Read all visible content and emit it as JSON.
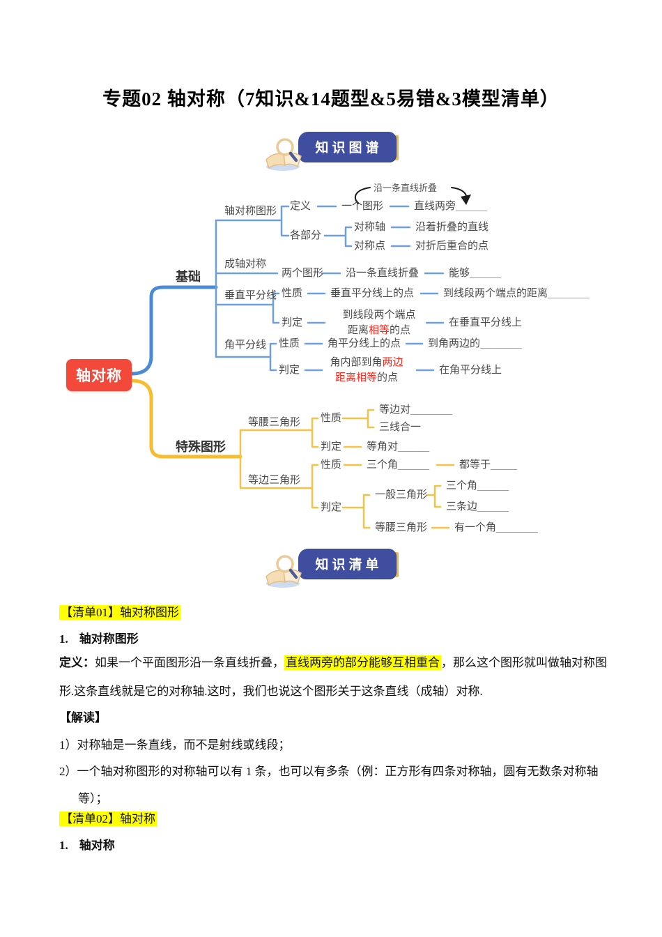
{
  "title": "专题02 轴对称（7知识&14题型&5易错&3模型清单）",
  "banners": {
    "map": "知识图谱",
    "list": "知识清单"
  },
  "colors": {
    "banner_blue": "#3f4e9e",
    "banner_accent_yellow": "#e9b84a",
    "branch_blue": "#5f96d8",
    "branch_yellow": "#f3be3b",
    "root_red": "#f2493b",
    "mindmap_red_text": "#fb2a1e",
    "highlight_yellow": "#ffff00"
  },
  "mindmap": {
    "root": "轴对称",
    "annotation": "沿一条直线折叠",
    "base": {
      "label": "基础",
      "axisym": {
        "label": "轴对称图形",
        "def": "定义",
        "one_fig": "一个图形",
        "straddle": "直线两旁",
        "straddle_blank": "______",
        "parts": "各部分",
        "axis": "对称轴",
        "axis_desc": "沿着折叠的直线",
        "pt": "对称点",
        "pt_desc": "对折后重合的点"
      },
      "cheng": {
        "label": "成轴对称",
        "two_fig": "两个图形",
        "fold": "沿一条直线折叠",
        "can": "能够",
        "can_blank": "______"
      },
      "vbis": {
        "label": "垂直平分线",
        "prop": "性质",
        "prop_subj": "垂直平分线上的点",
        "prop_pred": "到线段两个端点的距离",
        "prop_blank": "________",
        "judge": "判定",
        "j_l1": "到线段两个端点",
        "j_l2a": "距离",
        "j_l2b": "相等",
        "j_l2c": "的点",
        "j_pred": "在垂直平分线上"
      },
      "abis": {
        "label": "角平分线",
        "prop": "性质",
        "prop_subj": "角平分线上的点",
        "prop_pred": "到角两边的",
        "prop_blank": "________",
        "judge": "判定",
        "j_l1a": "角内部到角",
        "j_l1b": "两边",
        "j_l2a": "距离相等",
        "j_l2b": "的点",
        "j_pred": "在角平分线上"
      }
    },
    "special": {
      "label": "特殊图形",
      "iso": {
        "label": "等腰三角形",
        "prop": "性质",
        "p1": "等边对",
        "p1_blank": "________",
        "p2": "三线合一",
        "judge": "判定",
        "j1": "等角对",
        "j1_blank": "______"
      },
      "eq": {
        "label": "等边三角形",
        "prop": "性质",
        "p1": "三个角",
        "p1_blank": "______",
        "p2": "都等于",
        "p2_blank": "_____",
        "judge": "判定",
        "general": "一般三角形",
        "g1": "三个角",
        "g1_blank": "______",
        "g2": "三条边",
        "g2_blank": "______",
        "iso2": "等腰三角形",
        "i1": "有一个角",
        "i1_blank": "________"
      }
    }
  },
  "content": {
    "list01": "【清单01】轴对称图形",
    "h1": {
      "num": "1.",
      "text": "轴对称图形"
    },
    "def": {
      "label": "定义：",
      "pre": "如果一个平面图形沿一条直线折叠，",
      "hl": "直线两旁的部分能够互相重合",
      "post": "，那么这个图形就叫做轴对称图",
      "line2": "形.这条直线就是它的对称轴.这时，我们也说这个图形关于这条直线（成轴）对称."
    },
    "jiedu": "【解读】",
    "p1": "1）对称轴是一条直线，而不是射线或线段；",
    "p2a": "2）一个轴对称图形的对称轴可以有 1 条，也可以有多条（例：正方形有四条对称轴，圆有无数条对称轴",
    "p2b": "等）；",
    "list02": "【清单02】轴对称",
    "h2": {
      "num": "1.",
      "text": "轴对称"
    }
  }
}
